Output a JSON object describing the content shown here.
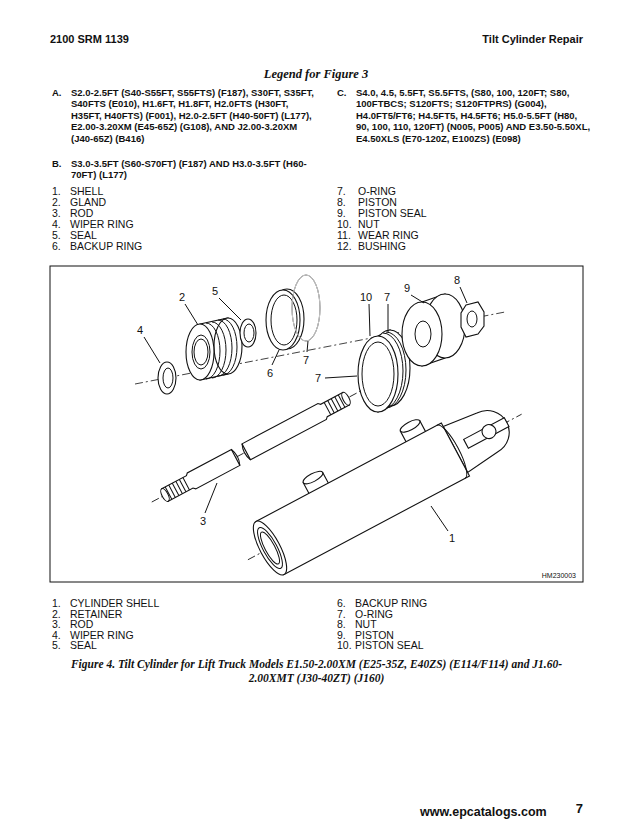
{
  "diagram": {
    "caption": "Figure 4. Tilt Cylinder for Lift Truck Models E1.50-2.00XM (E25-35Z, E40ZS) (E114/F114) and J1.60-2.00XMT (J30-40ZT) (J160)",
    "labels": [
      "2100 SRM 1139",
      "Tilt Cylinder Repair",
      "Legend for Figure 3",
      "A.",
      "S2.0-2.5FT (S40-S55FT, S55FTS) (F187), S30FT, S35FT, S40FTS (E010), H1.6FT, H1.8FT, H2.0FTS (H30FT, H35FT, H40FTS) (F001), H2.0-2.5FT (H40-50FT) (L177), E2.00-3.20XM (E45-65Z) (G108), AND J2.00-3.20XM (J40-65Z) (B416)",
      "B.",
      "S3.0-3.5FT (S60-S70FT) (F187) AND H3.0-3.5FT (H60-70FT) (L177)",
      "C.",
      "S4.0, 4.5, 5.5FT, S5.5FTS, (S80, 100, 120FT; S80, 100FTBCS; S120FTS; S120FTPRS) (G004), H4.0FT5/FT6; H4.5FT5, H4.5FT6; H5.0-5.5FT (H80, 90, 100, 110, 120FT) (N005, P005) AND E3.50-5.50XL, E4.50XLS (E70-120Z, E100ZS) (E098)",
      "1.",
      "SHELL",
      "2.",
      "GLAND",
      "3.",
      "ROD",
      "4.",
      "WIPER RING",
      "5.",
      "SEAL",
      "6.",
      "BACKUP RING",
      "7.",
      "O-RING",
      "8.",
      "PISTON",
      "9.",
      "PISTON SEAL",
      "10.",
      "NUT",
      "11.",
      "WEAR RING",
      "12.",
      "BUSHING",
      "2",
      "5",
      "10",
      "7",
      "9",
      "8",
      "4",
      "6",
      "7",
      "7",
      "3",
      "1",
      "HM230003",
      "1.",
      "CYLINDER SHELL",
      "2.",
      "RETAINER",
      "3.",
      "ROD",
      "4.",
      "WIPER RING",
      "5.",
      "SEAL",
      "6.",
      "BACKUP RING",
      "7.",
      "O-RING",
      "8.",
      "NUT",
      "9.",
      "PISTON",
      "10.",
      "PISTON SEAL",
      "www.epcatalogs.com",
      "7"
    ]
  }
}
